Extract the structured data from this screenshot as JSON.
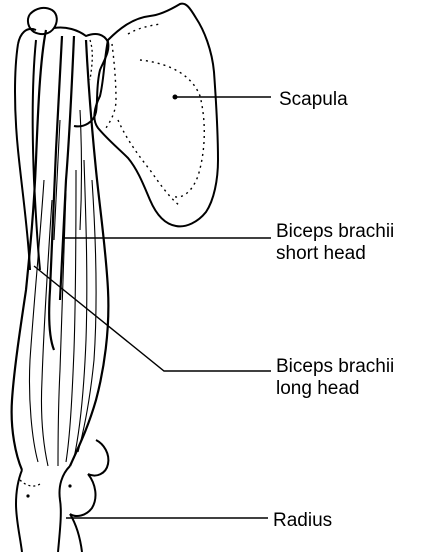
{
  "labels": {
    "scapula": "Scapula",
    "biceps_short_line1": "Biceps brachii",
    "biceps_short_line2": "short head",
    "biceps_long_line1": "Biceps brachii",
    "biceps_long_line2": "long head",
    "radius": "Radius"
  },
  "colors": {
    "ink": "#000000",
    "background": "#ffffff"
  }
}
